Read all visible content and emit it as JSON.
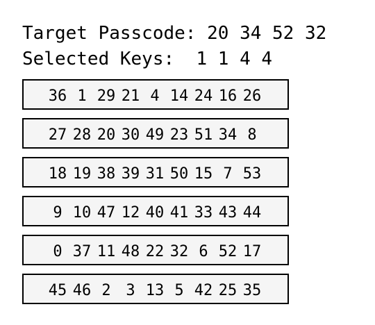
{
  "header": {
    "target_label": "Target Passcode:",
    "target_value": "20 34 52 32",
    "selected_label": "Selected Keys:",
    "selected_value": "1 1 4 4"
  },
  "keypad": {
    "rows": [
      [
        "36",
        "1",
        "29",
        "21",
        "4",
        "14",
        "24",
        "16",
        "26"
      ],
      [
        "27",
        "28",
        "20",
        "30",
        "49",
        "23",
        "51",
        "34",
        "8"
      ],
      [
        "18",
        "19",
        "38",
        "39",
        "31",
        "50",
        "15",
        "7",
        "53"
      ],
      [
        "9",
        "10",
        "47",
        "12",
        "40",
        "41",
        "33",
        "43",
        "44"
      ],
      [
        "0",
        "37",
        "11",
        "48",
        "22",
        "32",
        "6",
        "52",
        "17"
      ],
      [
        "45",
        "46",
        "2",
        "3",
        "13",
        "5",
        "42",
        "25",
        "35"
      ]
    ]
  }
}
